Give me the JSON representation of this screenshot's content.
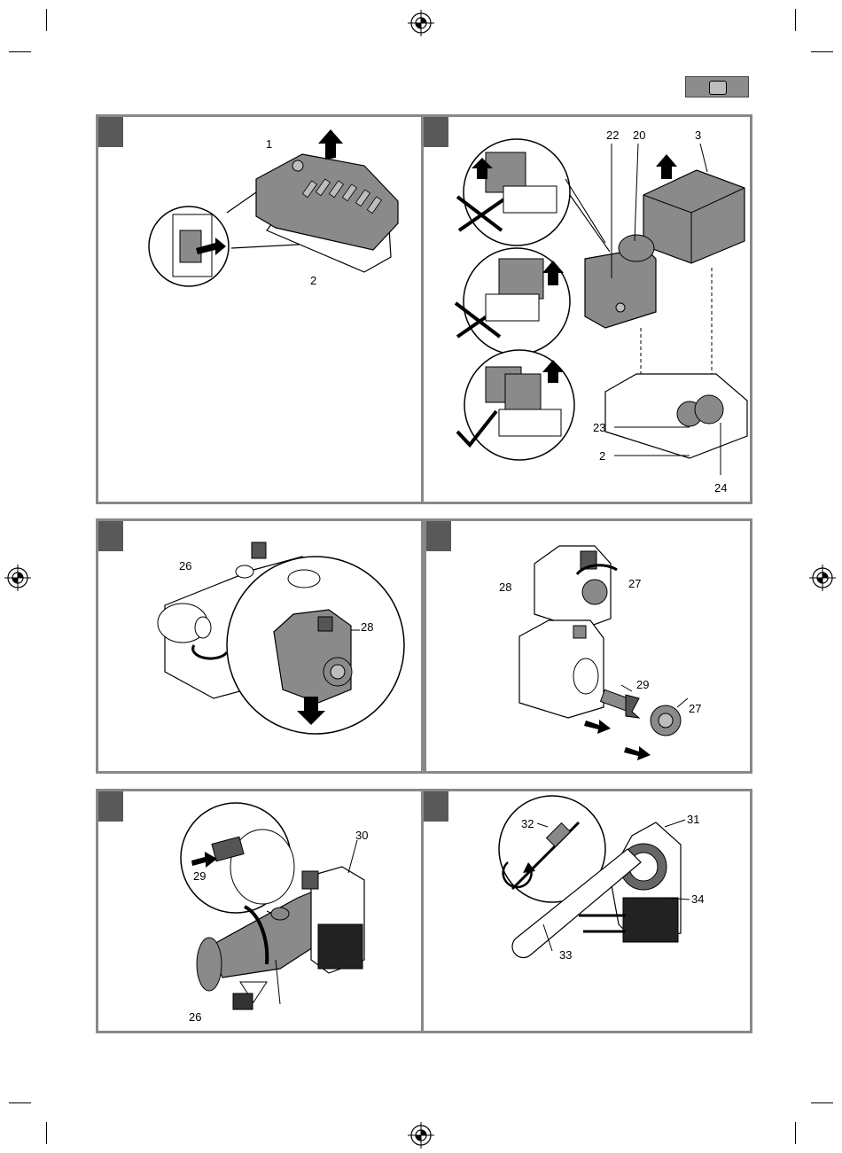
{
  "page": {
    "language_tab_icon": "flag-rectangle-icon",
    "colors": {
      "panel_border": "#888888",
      "step_box": "#595959",
      "part_gray": "#8a8a8a",
      "tab_gray": "#8c8c8c"
    }
  },
  "figures": [
    {
      "id": "fig1",
      "labels": [
        "1",
        "2"
      ]
    },
    {
      "id": "fig2",
      "labels": [
        "22",
        "20",
        "3",
        "23",
        "2",
        "24"
      ]
    },
    {
      "id": "fig3",
      "labels": [
        "26",
        "28"
      ]
    },
    {
      "id": "fig4",
      "labels": [
        "28",
        "27",
        "29",
        "27"
      ]
    },
    {
      "id": "fig5",
      "labels": [
        "30",
        "29",
        "26"
      ]
    },
    {
      "id": "fig6",
      "labels": [
        "32",
        "31",
        "34",
        "33"
      ]
    }
  ]
}
